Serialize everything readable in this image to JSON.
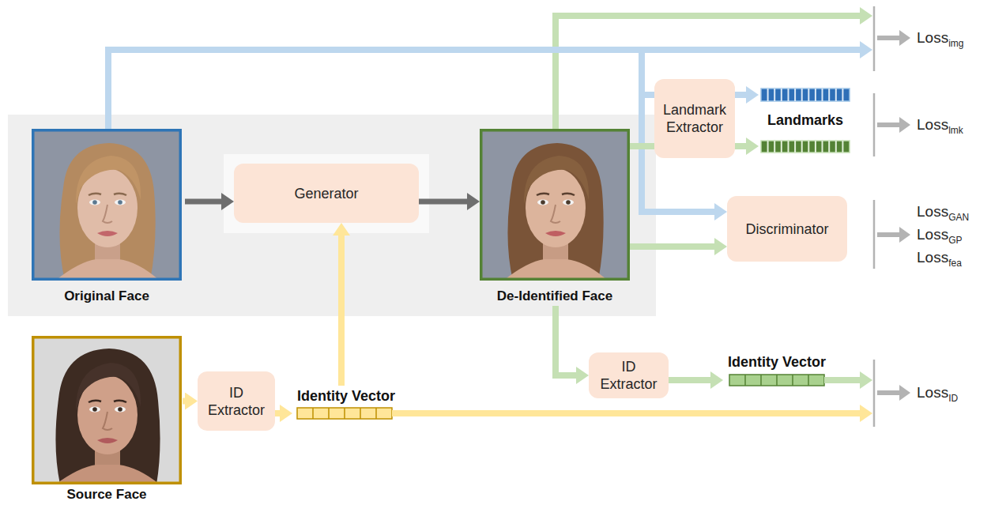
{
  "diagram": {
    "nodes": [
      {
        "text": [
          "Original Face"
        ]
      },
      {
        "text": [
          "Generator"
        ]
      },
      {
        "text": [
          "De-Identified Face"
        ]
      },
      {
        "text": [
          "Landmark Extractor"
        ]
      },
      {
        "text": [
          "Discriminator"
        ]
      },
      {
        "text": [
          "Source Face"
        ]
      },
      {
        "text": [
          "ID Extractor"
        ]
      },
      {
        "text": [
          "Identity Vector"
        ]
      },
      {
        "text": [
          "ID Extractor"
        ]
      },
      {
        "text": [
          "Identity Vector"
        ]
      }
    ],
    "edges": [
      {
        "from": 0,
        "to": 1,
        "arrow": "to"
      },
      {
        "from": 1,
        "to": 2,
        "arrow": "to"
      },
      {
        "from": 0,
        "to": 3,
        "arrow": "none"
      },
      {
        "from": 0,
        "to": 4,
        "arrow": "to"
      },
      {
        "from": 2,
        "to": 3,
        "arrow": "none"
      },
      {
        "from": 2,
        "to": 4,
        "arrow": "to"
      },
      {
        "from": 5,
        "to": 6,
        "arrow": "to"
      },
      {
        "from": 6,
        "to": 7,
        "arrow": "to"
      },
      {
        "from": 7,
        "to": 1,
        "arrow": "to"
      },
      {
        "from": 2,
        "to": 8,
        "arrow": "to"
      },
      {
        "from": 8,
        "to": 9,
        "arrow": "to"
      }
    ],
    "labels": [
      "Landmarks",
      "Loss",
      "img",
      "Loss",
      "lmk",
      "Loss",
      "GAN",
      "Loss",
      "GP",
      "Loss",
      "fea",
      "Loss",
      "ID"
    ]
  }
}
